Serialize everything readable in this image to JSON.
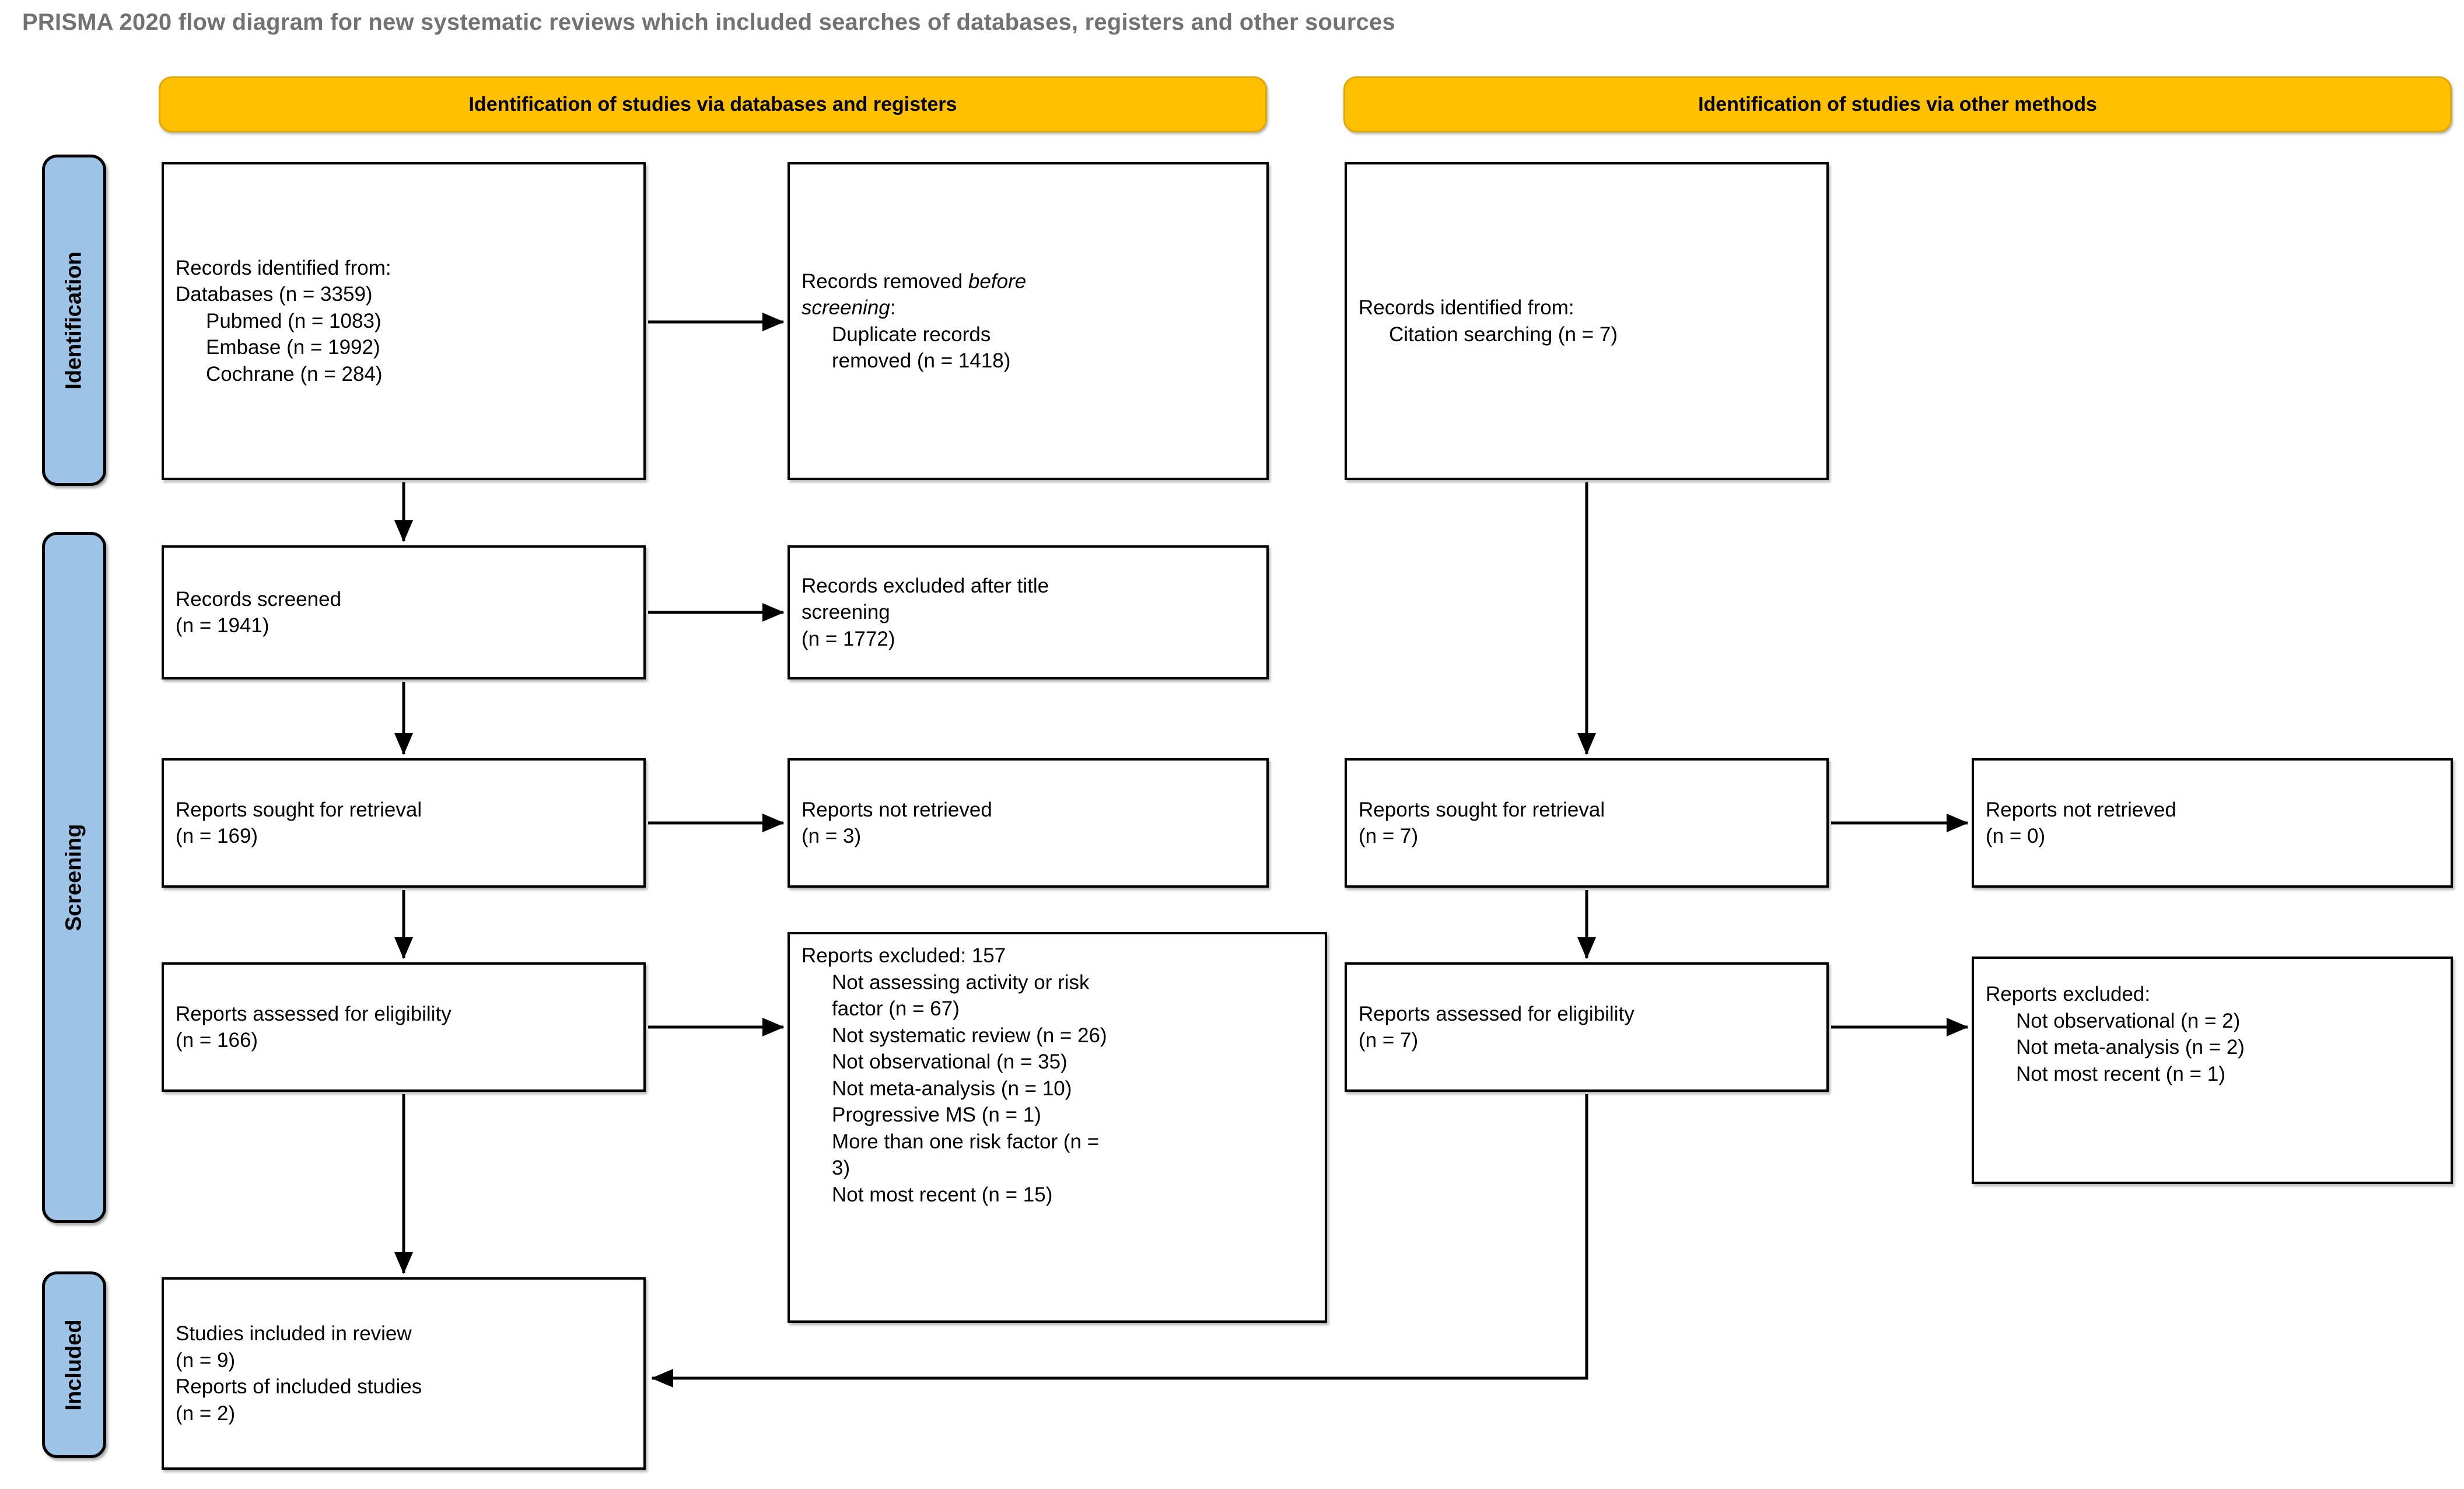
{
  "title": "PRISMA 2020 flow diagram for new systematic reviews which included searches of databases, registers and other sources",
  "phases": [
    {
      "label": "Identification"
    },
    {
      "label": "Screening"
    },
    {
      "label": "Included"
    }
  ],
  "bands": [
    {
      "label": "Identification of studies via databases and registers"
    },
    {
      "label": "Identification of studies via other methods"
    }
  ],
  "boxes": {
    "records_identified": {
      "line1": "Records identified from:",
      "line2": "Databases (n = 3359)",
      "line3": "Pubmed (n = 1083)",
      "line4": "Embase (n = 1992)",
      "line5": "Cochrane (n = 284)"
    },
    "records_removed": {
      "line1": "Records removed ",
      "line1_em": "before",
      "line2_em": "screening",
      "line2_tail": ":",
      "line3": "Duplicate records",
      "line4": "removed (n = 1418)"
    },
    "other_identified": {
      "line1": "Records identified from:",
      "line2": "Citation searching (n = 7)"
    },
    "records_screened": {
      "line1": "Records screened",
      "line2": "(n = 1941)"
    },
    "records_excluded_title": {
      "line1": "Records excluded after title",
      "line2": "screening",
      "line3": "(n = 1772)"
    },
    "reports_sought_left": {
      "line1": "Reports sought for retrieval",
      "line2": "(n = 169)"
    },
    "reports_not_retrieved_left": {
      "line1": "Reports not retrieved",
      "line2": "(n = 3)"
    },
    "reports_sought_right": {
      "line1": "Reports sought for retrieval",
      "line2": "(n = 7)"
    },
    "reports_not_retrieved_right": {
      "line1": "Reports not retrieved",
      "line2": "(n = 0)"
    },
    "reports_assessed_left": {
      "line1": "Reports assessed for eligibility",
      "line2": "(n = 166)"
    },
    "reports_excluded_left": {
      "header": "Reports excluded: 157",
      "reasons": [
        "Not assessing activity or risk",
        "factor (n = 67)",
        "Not systematic review (n = 26)",
        "Not observational (n = 35)",
        "Not meta-analysis (n = 10)",
        "Progressive MS (n = 1)",
        "More than one risk factor (n =",
        "3)",
        "Not most recent (n = 15)"
      ]
    },
    "reports_assessed_right": {
      "line1": "Reports assessed for eligibility",
      "line2": "(n = 7)"
    },
    "reports_excluded_right": {
      "header": "Reports excluded:",
      "reasons": [
        "Not observational (n = 2)",
        "Not meta-analysis (n = 2)",
        "Not most recent (n = 1)"
      ]
    },
    "studies_included": {
      "line1": "Studies included in review",
      "line2": "(n = 9)",
      "line3": "Reports of included studies",
      "line4": "(n = 2)"
    }
  },
  "colors": {
    "band_fill": "#FFC000",
    "phase_fill": "#9DC3E6",
    "title_text": "#767171",
    "border": "#000000"
  }
}
